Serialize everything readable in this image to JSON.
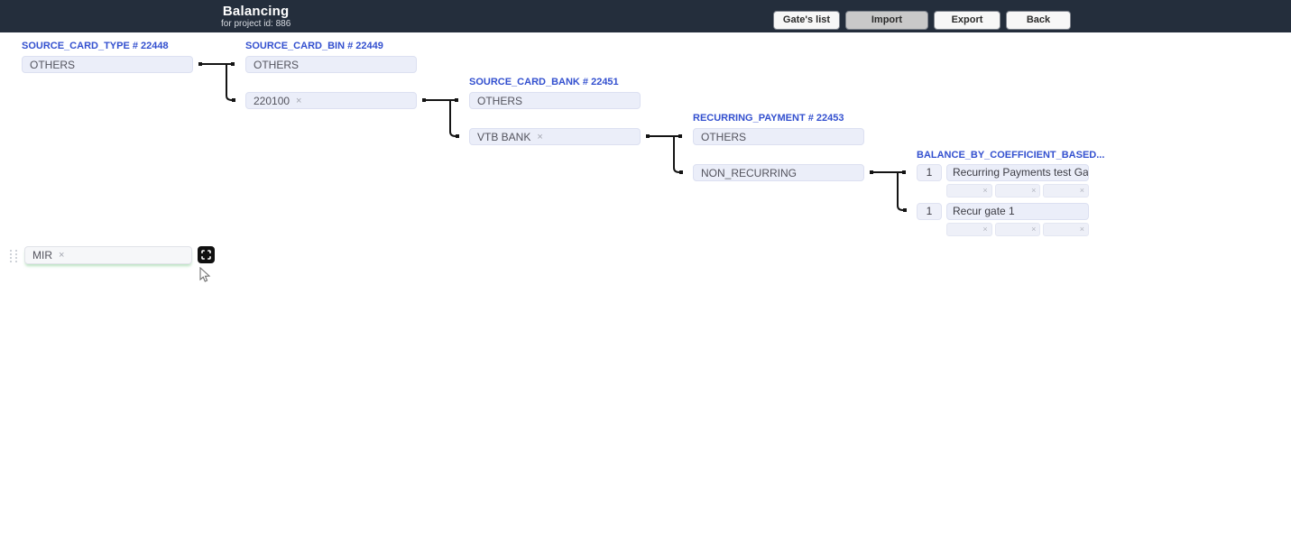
{
  "header": {
    "title": "Balancing",
    "subtitle": "for project id: 886",
    "buttons": [
      {
        "id": "gates-list",
        "label": "Gate's list",
        "active": false
      },
      {
        "id": "import",
        "label": "Import",
        "active": true
      },
      {
        "id": "export",
        "label": "Export",
        "active": false
      },
      {
        "id": "back",
        "label": "Back",
        "active": false
      }
    ]
  },
  "icons": {
    "remove": "×",
    "drag_handle": "dot-grid",
    "expand": "corner-brackets"
  },
  "columns": [
    {
      "label": "SOURCE_CARD_TYPE # 22448",
      "boxes": [
        {
          "text": "OTHERS",
          "removable": false
        }
      ]
    },
    {
      "label": "SOURCE_CARD_BIN # 22449",
      "boxes": [
        {
          "text": "OTHERS",
          "removable": false
        },
        {
          "text": "220100",
          "removable": true
        }
      ]
    },
    {
      "label": "SOURCE_CARD_BANK # 22451",
      "boxes": [
        {
          "text": "OTHERS",
          "removable": false
        },
        {
          "text": "VTB BANK",
          "removable": true
        }
      ]
    },
    {
      "label": "RECURRING_PAYMENT # 22453",
      "boxes": [
        {
          "text": "OTHERS",
          "removable": false
        },
        {
          "text": "NON_RECURRING",
          "removable": false
        }
      ]
    }
  ],
  "gates": {
    "label": "BALANCE_BY_COEFFICIENT_BASED...",
    "rows": [
      {
        "coefficient": "1",
        "name": "Recurring Payments test Gate",
        "slots": 3
      },
      {
        "coefficient": "1",
        "name": "Recur gate 1",
        "slots": 3
      }
    ]
  },
  "draggable_chip": {
    "text": "MIR",
    "removable": true
  },
  "palette": {
    "header_bg": "#242e3c",
    "label_blue": "#3350cf",
    "box_bg": "#ebeef9",
    "connector": "#141414",
    "chip_green_glow": "#7ec88a",
    "active_button_bg": "#c9c9c9"
  }
}
